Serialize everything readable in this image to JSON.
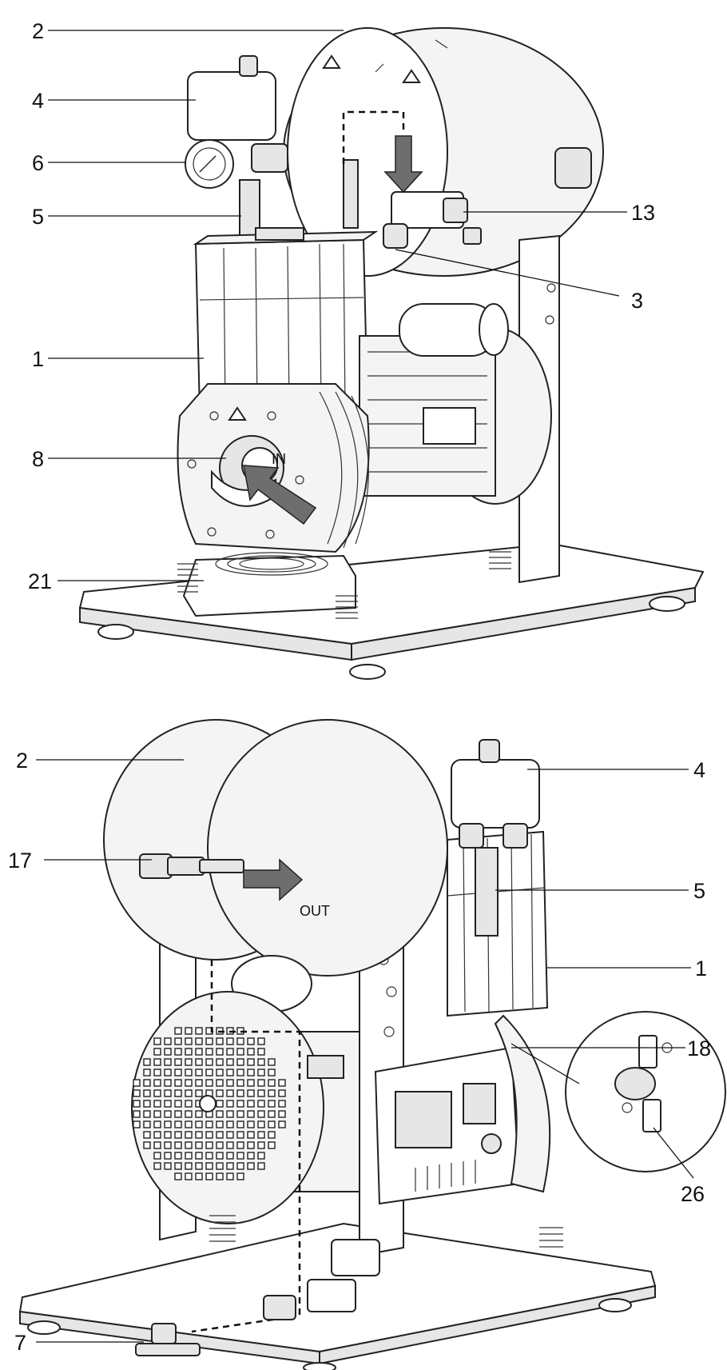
{
  "top_view": {
    "callouts": [
      {
        "id": "2",
        "text": "2"
      },
      {
        "id": "4",
        "text": "4"
      },
      {
        "id": "6",
        "text": "6"
      },
      {
        "id": "5",
        "text": "5"
      },
      {
        "id": "13",
        "text": "13"
      },
      {
        "id": "3",
        "text": "3"
      },
      {
        "id": "1",
        "text": "1"
      },
      {
        "id": "8",
        "text": "8"
      },
      {
        "id": "21",
        "text": "21"
      }
    ],
    "flow_label": "IN"
  },
  "bottom_view": {
    "callouts": [
      {
        "id": "2",
        "text": "2"
      },
      {
        "id": "4",
        "text": "4"
      },
      {
        "id": "17",
        "text": "17"
      },
      {
        "id": "5",
        "text": "5"
      },
      {
        "id": "1",
        "text": "1"
      },
      {
        "id": "18",
        "text": "18"
      },
      {
        "id": "26",
        "text": "26"
      },
      {
        "id": "7",
        "text": "7"
      }
    ],
    "flow_label": "OUT"
  },
  "colors": {
    "line": "#111111",
    "body": "#f4f4f4",
    "arrow": "#6e6e6e"
  }
}
